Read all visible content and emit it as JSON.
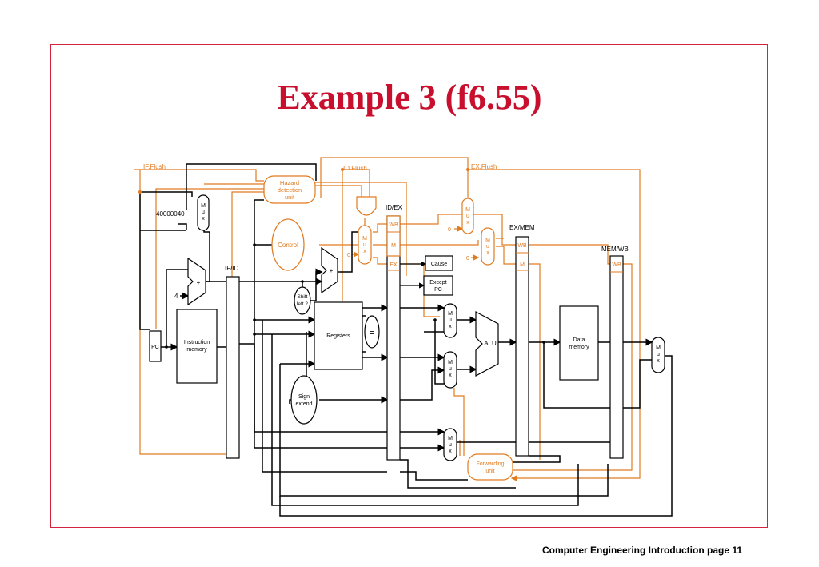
{
  "slide": {
    "title": "Example 3 (f6.55)",
    "footer": "Computer Engineering Introduction page 11"
  },
  "diagram": {
    "signals": {
      "if_flush": "IF.Flush",
      "id_flush": "ID.Flush",
      "ex_flush": "EX.Flush"
    },
    "pipeline_registers": {
      "if_id": "IF/ID",
      "id_ex": "ID/EX",
      "ex_mem": "EX/MEM",
      "mem_wb": "MEM/WB"
    },
    "control_fields": {
      "wb": "WB",
      "m": "M",
      "ex": "EX"
    },
    "units": {
      "hazard": [
        "Hazard",
        "detection",
        "unit"
      ],
      "control": "Control",
      "pc": "PC",
      "instruction_memory": [
        "Instruction",
        "memory"
      ],
      "registers": "Registers",
      "equal": "=",
      "shift_left": [
        "Shift",
        "left 2"
      ],
      "sign_extend": [
        "Sign",
        "extend"
      ],
      "alu": "ALU",
      "data_memory": [
        "Data",
        "memory"
      ],
      "forwarding": [
        "Forwarding",
        "unit"
      ],
      "cause": "Cause",
      "except_pc": [
        "Except",
        "PC"
      ],
      "adder": "+"
    },
    "mux_letters": [
      "M",
      "u",
      "x"
    ],
    "constants": {
      "exception_address": "40000040",
      "four": "4",
      "zero": "0"
    },
    "colors": {
      "accent": "#c8102e",
      "control_path": "#e07b20",
      "datapath": "#000000"
    }
  }
}
